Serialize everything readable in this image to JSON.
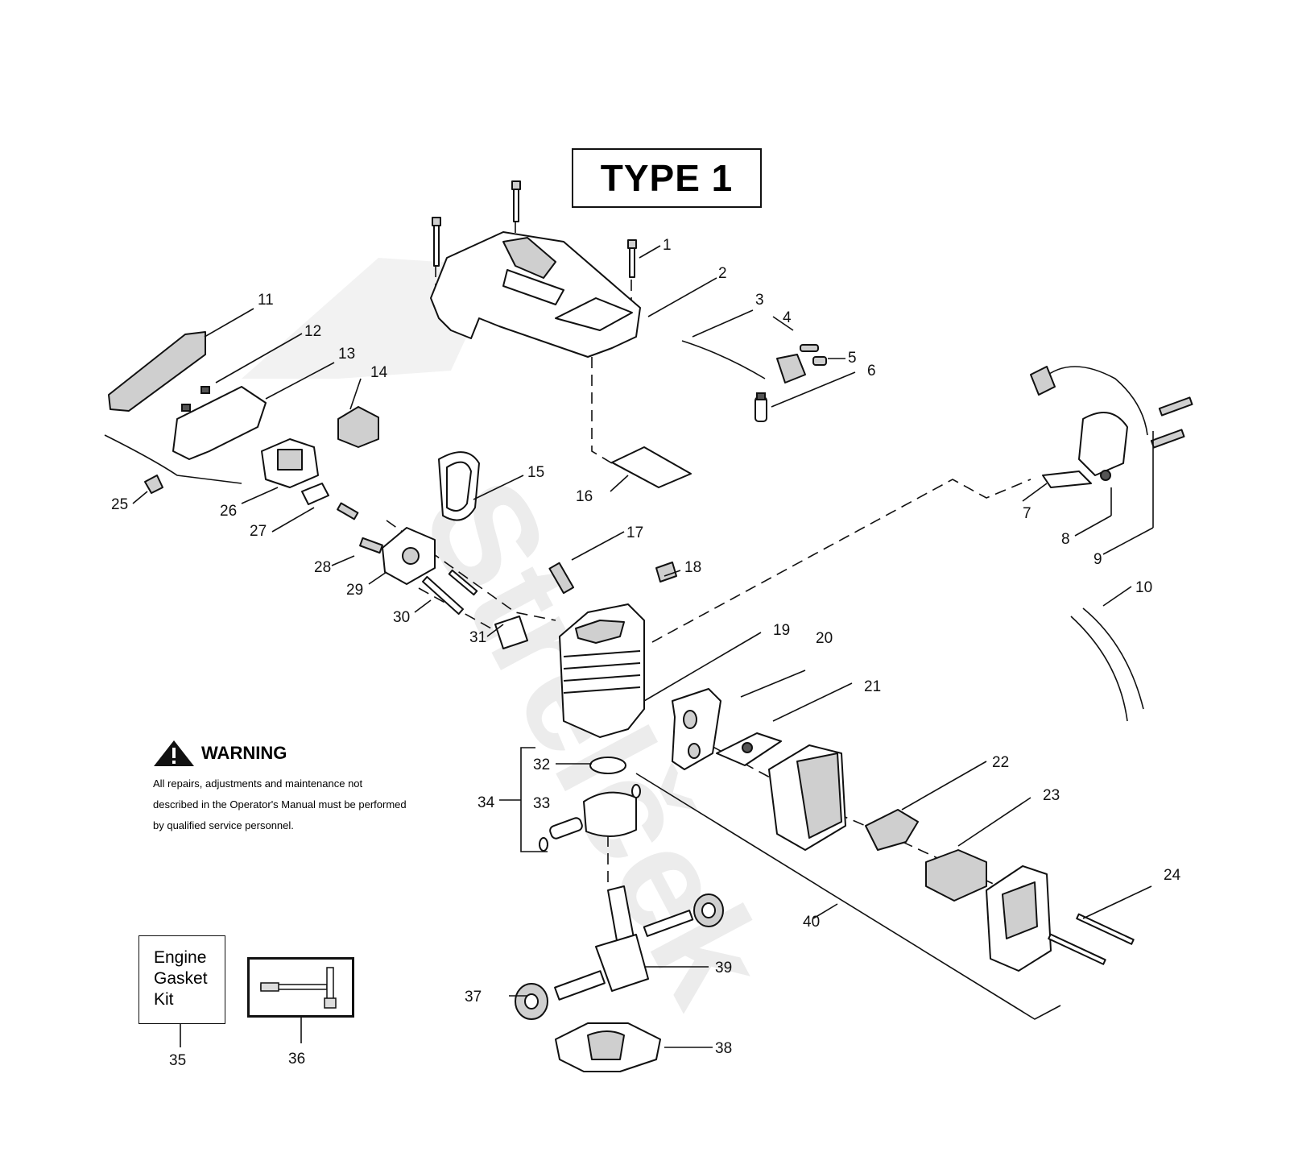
{
  "title": "TYPE 1",
  "warning": {
    "heading": "WARNING",
    "text": "All repairs, adjustments and maintenance not described in the Operator's Manual must be performed by qualified  service personnel."
  },
  "kit_label": "Engine Gasket Kit",
  "watermark": "Strelček",
  "callouts": [
    "1",
    "2",
    "3",
    "4",
    "5",
    "6",
    "7",
    "8",
    "9",
    "10",
    "11",
    "12",
    "13",
    "14",
    "15",
    "16",
    "17",
    "18",
    "19",
    "20",
    "21",
    "22",
    "23",
    "24",
    "25",
    "26",
    "27",
    "28",
    "29",
    "30",
    "31",
    "32",
    "33",
    "34",
    "35",
    "36",
    "37",
    "38",
    "39",
    "40"
  ],
  "icons": [
    "warning-triangle-icon",
    "tool-wrench-icon"
  ]
}
